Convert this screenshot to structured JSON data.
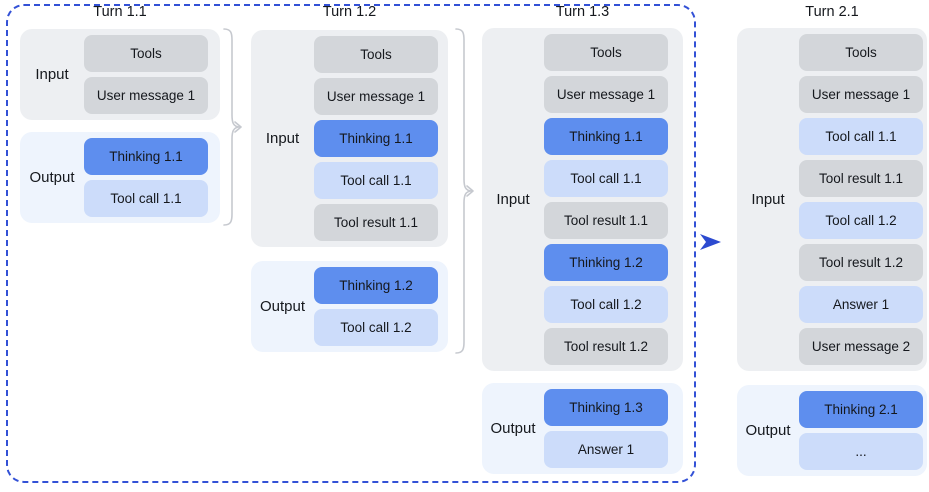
{
  "palette": {
    "frame_blue": "#3351d6",
    "arrow_blue": "#2c4ad0",
    "input_group_bg": "#edeff2",
    "output_group_bg": "#eef4fd",
    "context_block_gray": "#d3d6da",
    "thinking_block_blue": "#5e8eee",
    "action_block_light_blue": "#ccdcfa",
    "brace_gray": "#c6c9cf"
  },
  "turns": [
    {
      "title": "Turn 1.1",
      "input": {
        "label": "Input",
        "blocks": [
          {
            "label": "Tools",
            "type": "context"
          },
          {
            "label": "User message 1",
            "type": "context"
          }
        ]
      },
      "output": {
        "label": "Output",
        "blocks": [
          {
            "label": "Thinking 1.1",
            "type": "thinking"
          },
          {
            "label": "Tool call 1.1",
            "type": "action"
          }
        ]
      }
    },
    {
      "title": "Turn 1.2",
      "input": {
        "label": "Input",
        "blocks": [
          {
            "label": "Tools",
            "type": "context"
          },
          {
            "label": "User message 1",
            "type": "context"
          },
          {
            "label": "Thinking 1.1",
            "type": "thinking"
          },
          {
            "label": "Tool call 1.1",
            "type": "action"
          },
          {
            "label": "Tool result 1.1",
            "type": "context"
          }
        ]
      },
      "output": {
        "label": "Output",
        "blocks": [
          {
            "label": "Thinking 1.2",
            "type": "thinking"
          },
          {
            "label": "Tool call 1.2",
            "type": "action"
          }
        ]
      }
    },
    {
      "title": "Turn 1.3",
      "input": {
        "label": "Input",
        "blocks": [
          {
            "label": "Tools",
            "type": "context"
          },
          {
            "label": "User message 1",
            "type": "context"
          },
          {
            "label": "Thinking 1.1",
            "type": "thinking"
          },
          {
            "label": "Tool call 1.1",
            "type": "action"
          },
          {
            "label": "Tool result 1.1",
            "type": "context"
          },
          {
            "label": "Thinking 1.2",
            "type": "thinking"
          },
          {
            "label": "Tool call 1.2",
            "type": "action"
          },
          {
            "label": "Tool result 1.2",
            "type": "context"
          }
        ]
      },
      "output": {
        "label": "Output",
        "blocks": [
          {
            "label": "Thinking 1.3",
            "type": "thinking"
          },
          {
            "label": "Answer 1",
            "type": "action"
          }
        ]
      }
    },
    {
      "title": "Turn 2.1",
      "input": {
        "label": "Input",
        "blocks": [
          {
            "label": "Tools",
            "type": "context"
          },
          {
            "label": "User message 1",
            "type": "context"
          },
          {
            "label": "Tool call 1.1",
            "type": "action"
          },
          {
            "label": "Tool result 1.1",
            "type": "context"
          },
          {
            "label": "Tool call 1.2",
            "type": "action"
          },
          {
            "label": "Tool result 1.2",
            "type": "context"
          },
          {
            "label": "Answer 1",
            "type": "action"
          },
          {
            "label": "User message 2",
            "type": "context"
          }
        ]
      },
      "output": {
        "label": "Output",
        "blocks": [
          {
            "label": "Thinking 2.1",
            "type": "thinking"
          },
          {
            "label": "...",
            "type": "action"
          }
        ]
      }
    }
  ]
}
